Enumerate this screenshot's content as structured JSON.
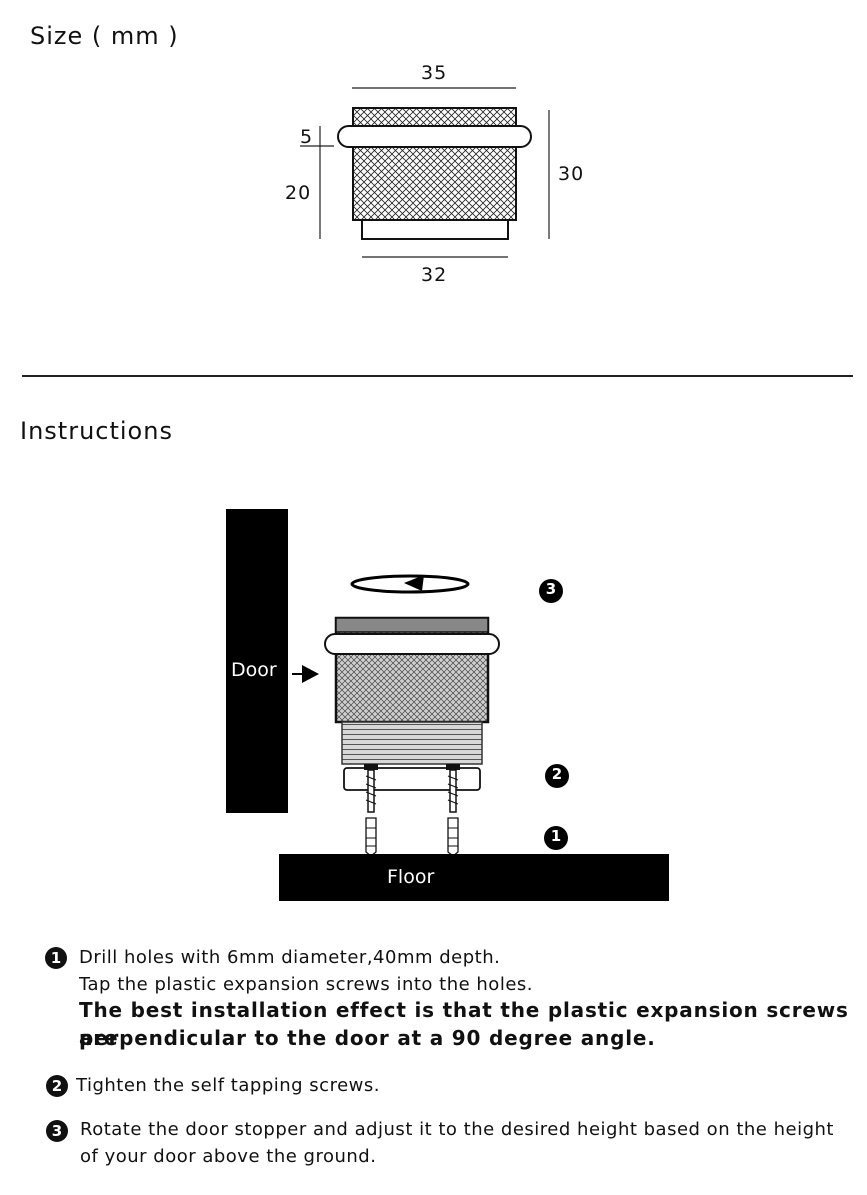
{
  "size_title": "Size ( mm )",
  "dimensions": {
    "top_width": "35",
    "ring_height": "5",
    "body_height": "20",
    "total_height": "30",
    "base_width": "32"
  },
  "instructions_title": "Instructions",
  "diagram": {
    "door_label": "Door",
    "floor_label": "Floor",
    "marker_1": "1",
    "marker_2": "2",
    "marker_3": "3"
  },
  "steps": [
    {
      "number": "1",
      "line1": "Drill holes with 6mm diameter,40mm depth.",
      "line2": "Tap the plastic expansion screws into the holes.",
      "bold1": "The best installation effect is that the plastic expansion screws are",
      "bold2": "perpendicular to the door at a 90 degree angle."
    },
    {
      "number": "2",
      "line1": "Tighten the self tapping screws."
    },
    {
      "number": "3",
      "line1": "Rotate the door stopper and adjust it to the desired height based on the height",
      "line2": "of your door above the ground."
    }
  ]
}
